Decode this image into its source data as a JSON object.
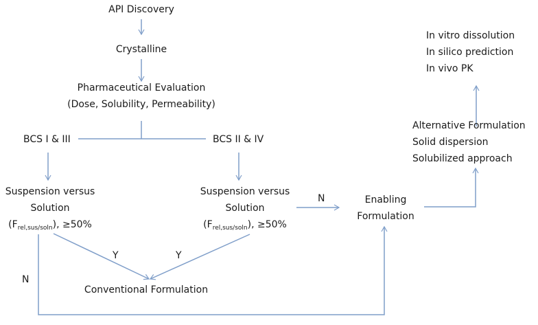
{
  "nodes": {
    "api_discovery": "API Discovery",
    "crystalline": "Crystalline",
    "pharma_eval": [
      "Pharmaceutical Evaluation",
      "(Dose, Solubility, Permeability)"
    ],
    "bcs_1_3": "BCS I & III",
    "bcs_2_4": "BCS II & IV",
    "susp_left": {
      "line1": "Suspension versus",
      "line2": "Solution",
      "f_prefix": "(F",
      "f_sub": "rel,sus/soln",
      "f_suffix": "), ≥50%"
    },
    "susp_right": {
      "line1": "Suspension versus",
      "line2": "Solution",
      "f_prefix": "(F",
      "f_sub": "rel,sus/soln",
      "f_suffix": "), ≥50%"
    },
    "enabling": [
      "Enabling",
      "Formulation"
    ],
    "alternative": [
      "Alternative Formulation",
      "Solid dispersion",
      "Solubilized approach"
    ],
    "evaluation": [
      "In vitro dissolution",
      "In silico prediction",
      "In vivo PK"
    ],
    "conventional": "Conventional Formulation"
  },
  "edge_labels": {
    "right_no": "N",
    "left_yes": "Y",
    "right_yes": "Y",
    "left_no": "N"
  },
  "colors": {
    "connector": "#7f9ec9",
    "text": "#1a1a1a"
  }
}
